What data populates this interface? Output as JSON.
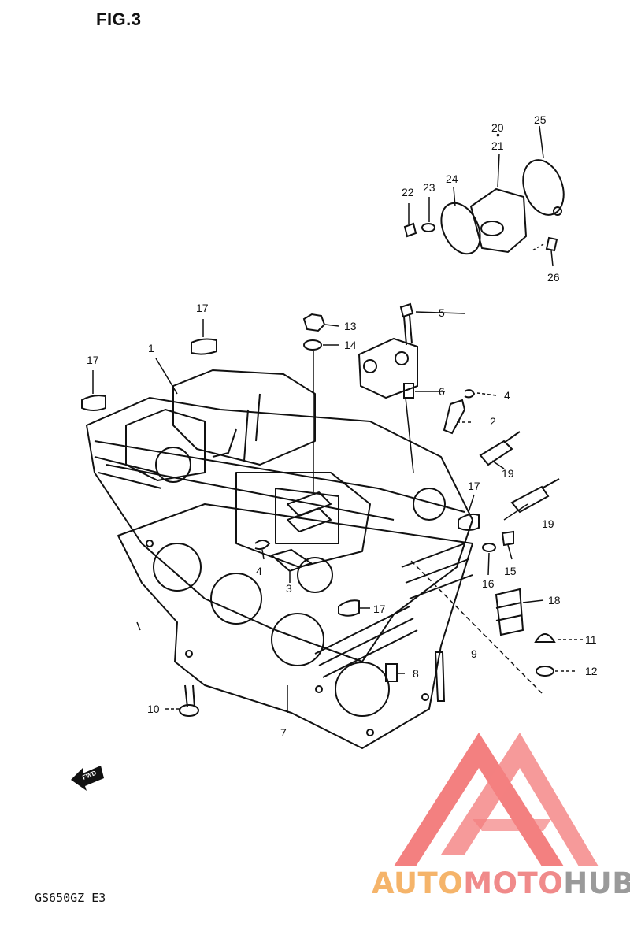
{
  "figure": {
    "title": "FIG.3",
    "model_code": "GS650GZ  E3"
  },
  "direction_marker": {
    "label": "FWD"
  },
  "callouts": [
    {
      "id": "c1",
      "number": "1"
    },
    {
      "id": "c2",
      "number": "2"
    },
    {
      "id": "c3",
      "number": "3"
    },
    {
      "id": "c4a",
      "number": "4"
    },
    {
      "id": "c4b",
      "number": "4"
    },
    {
      "id": "c5",
      "number": "5"
    },
    {
      "id": "c6",
      "number": "6"
    },
    {
      "id": "c7",
      "number": "7"
    },
    {
      "id": "c8",
      "number": "8"
    },
    {
      "id": "c9",
      "number": "9"
    },
    {
      "id": "c10",
      "number": "10"
    },
    {
      "id": "c11",
      "number": "11"
    },
    {
      "id": "c12",
      "number": "12"
    },
    {
      "id": "c13",
      "number": "13"
    },
    {
      "id": "c14",
      "number": "14"
    },
    {
      "id": "c15",
      "number": "15"
    },
    {
      "id": "c16",
      "number": "16"
    },
    {
      "id": "c17a",
      "number": "17"
    },
    {
      "id": "c17b",
      "number": "17"
    },
    {
      "id": "c17c",
      "number": "17"
    },
    {
      "id": "c17d",
      "number": "17"
    },
    {
      "id": "c18",
      "number": "18"
    },
    {
      "id": "c19a",
      "number": "19"
    },
    {
      "id": "c19b",
      "number": "19"
    },
    {
      "id": "c20",
      "number": "20"
    },
    {
      "id": "c21",
      "number": "21"
    },
    {
      "id": "c22",
      "number": "22"
    },
    {
      "id": "c23",
      "number": "23"
    },
    {
      "id": "c24",
      "number": "24"
    },
    {
      "id": "c25",
      "number": "25"
    },
    {
      "id": "c26",
      "number": "26"
    }
  ],
  "watermark": {
    "brand_parts": [
      "AUTO",
      "MOTO",
      "HUB"
    ],
    "colors": {
      "auto": "#f5b46a",
      "moto": "#f08a8a",
      "hub": "#9a9a9a",
      "logo": "#f26b6b"
    }
  }
}
